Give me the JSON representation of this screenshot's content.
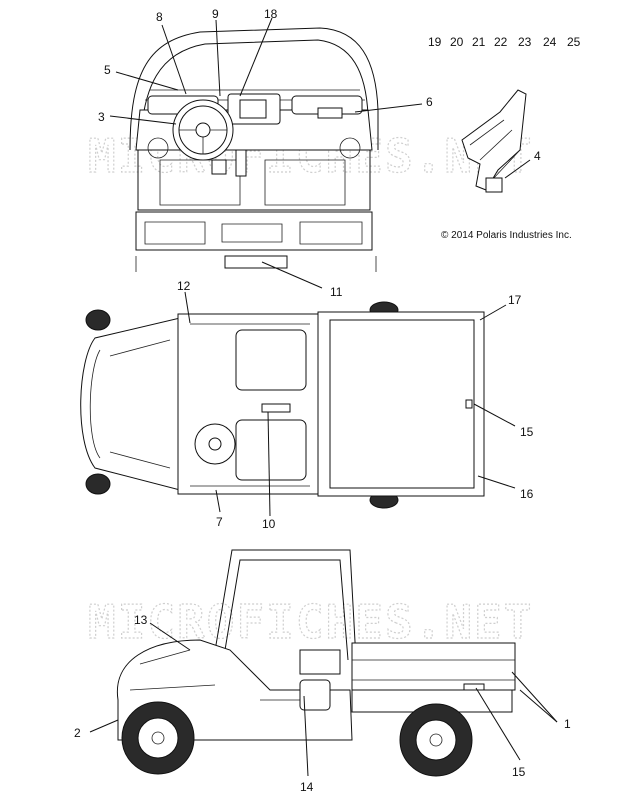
{
  "diagram": {
    "copyright": "© 2014 Polaris Industries Inc.",
    "watermark": "MICROFICHES.NET",
    "part_list_numbers": [
      "19",
      "20",
      "21",
      "22",
      "23",
      "24",
      "25"
    ],
    "callouts": {
      "c1": "1",
      "c2": "2",
      "c3": "3",
      "c4": "4",
      "c5": "5",
      "c6": "6",
      "c7": "7",
      "c8": "8",
      "c9": "9",
      "c10": "10",
      "c11": "11",
      "c12": "12",
      "c13": "13",
      "c14": "14",
      "c15a": "15",
      "c15b": "15",
      "c16": "16",
      "c17": "17",
      "c18": "18"
    }
  }
}
